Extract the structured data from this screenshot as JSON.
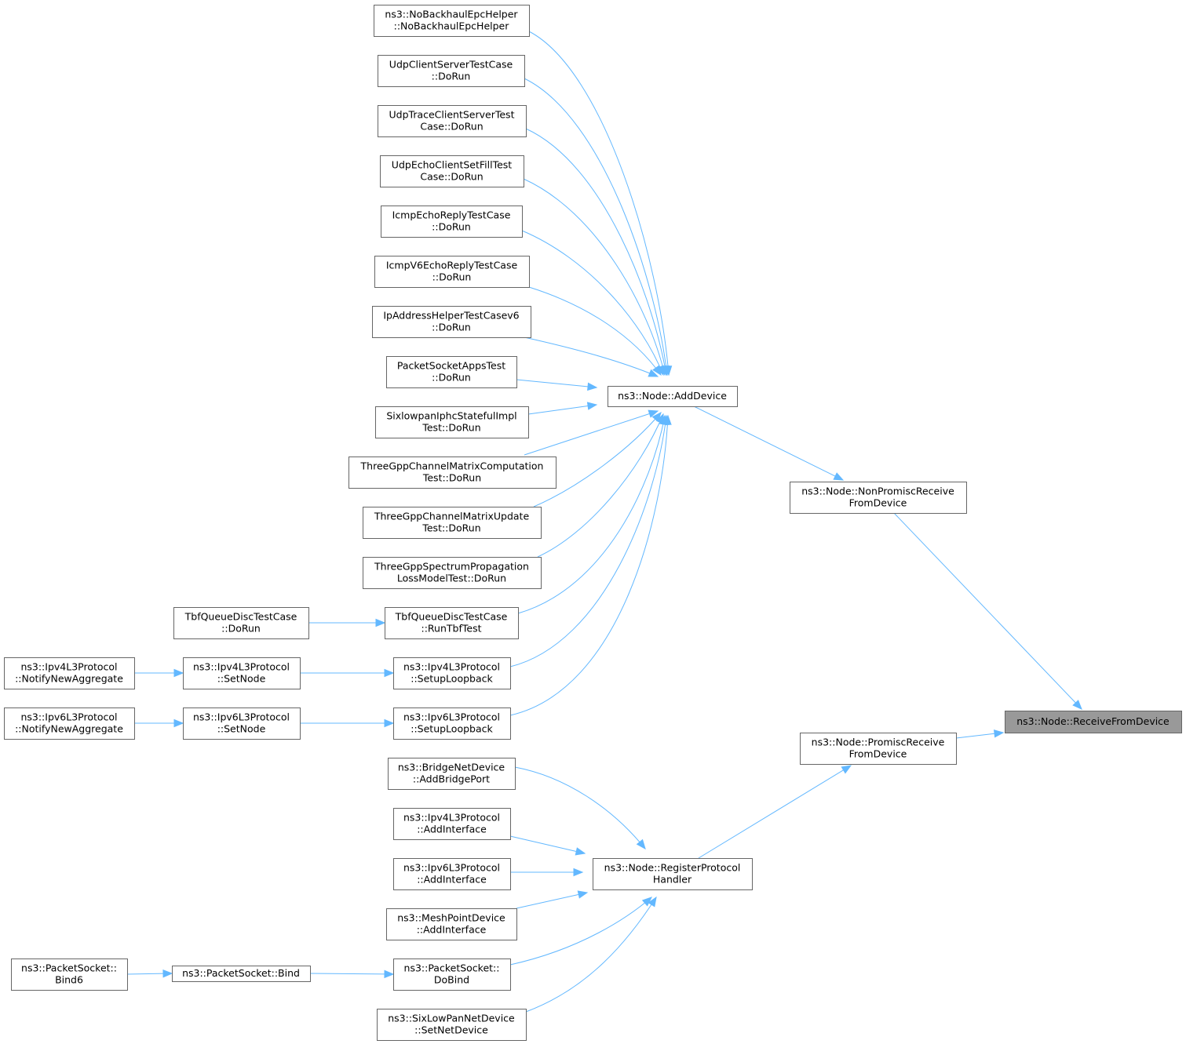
{
  "graph": {
    "nodes": [
      {
        "id": "root",
        "lines": [
          "ns3::Node::ReceiveFromDevice"
        ],
        "root": true
      },
      {
        "id": "nonpromisc",
        "lines": [
          "ns3::Node::NonPromiscReceive",
          "FromDevice"
        ]
      },
      {
        "id": "promisc",
        "lines": [
          "ns3::Node::PromiscReceive",
          "FromDevice"
        ]
      },
      {
        "id": "adddevice",
        "lines": [
          "ns3::Node::AddDevice"
        ]
      },
      {
        "id": "register",
        "lines": [
          "ns3::Node::RegisterProtocol",
          "Handler"
        ]
      },
      {
        "id": "nobackhaul",
        "lines": [
          "ns3::NoBackhaulEpcHelper",
          "::NoBackhaulEpcHelper"
        ]
      },
      {
        "id": "udpcs",
        "lines": [
          "UdpClientServerTestCase",
          "::DoRun"
        ]
      },
      {
        "id": "udptrace",
        "lines": [
          "UdpTraceClientServerTest",
          "Case::DoRun"
        ]
      },
      {
        "id": "udpecho",
        "lines": [
          "UdpEchoClientSetFillTest",
          "Case::DoRun"
        ]
      },
      {
        "id": "icmpecho",
        "lines": [
          "IcmpEchoReplyTestCase",
          "::DoRun"
        ]
      },
      {
        "id": "icmpv6",
        "lines": [
          "IcmpV6EchoReplyTestCase",
          "::DoRun"
        ]
      },
      {
        "id": "ipaddr",
        "lines": [
          "IpAddressHelperTestCasev6",
          "::DoRun"
        ]
      },
      {
        "id": "packetsock",
        "lines": [
          "PacketSocketAppsTest",
          "::DoRun"
        ]
      },
      {
        "id": "sixlowpan",
        "lines": [
          "SixlowpanIphcStatefulImpl",
          "Test::DoRun"
        ]
      },
      {
        "id": "threegppcomp",
        "lines": [
          "ThreeGppChannelMatrixComputation",
          "Test::DoRun"
        ]
      },
      {
        "id": "threegppupd",
        "lines": [
          "ThreeGppChannelMatrixUpdate",
          "Test::DoRun"
        ]
      },
      {
        "id": "threegppspec",
        "lines": [
          "ThreeGppSpectrumPropagation",
          "LossModelTest::DoRun"
        ]
      },
      {
        "id": "tbfrun",
        "lines": [
          "TbfQueueDiscTestCase",
          "::RunTbfTest"
        ]
      },
      {
        "id": "tbfdorun",
        "lines": [
          "TbfQueueDiscTestCase",
          "::DoRun"
        ]
      },
      {
        "id": "ipv4loop",
        "lines": [
          "ns3::Ipv4L3Protocol",
          "::SetupLoopback"
        ]
      },
      {
        "id": "ipv4setnode",
        "lines": [
          "ns3::Ipv4L3Protocol",
          "::SetNode"
        ]
      },
      {
        "id": "ipv4notify",
        "lines": [
          "ns3::Ipv4L3Protocol",
          "::NotifyNewAggregate"
        ]
      },
      {
        "id": "ipv6loop",
        "lines": [
          "ns3::Ipv6L3Protocol",
          "::SetupLoopback"
        ]
      },
      {
        "id": "ipv6setnode",
        "lines": [
          "ns3::Ipv6L3Protocol",
          "::SetNode"
        ]
      },
      {
        "id": "ipv6notify",
        "lines": [
          "ns3::Ipv6L3Protocol",
          "::NotifyNewAggregate"
        ]
      },
      {
        "id": "bridge",
        "lines": [
          "ns3::BridgeNetDevice",
          "::AddBridgePort"
        ]
      },
      {
        "id": "ipv4addif",
        "lines": [
          "ns3::Ipv4L3Protocol",
          "::AddInterface"
        ]
      },
      {
        "id": "ipv6addif",
        "lines": [
          "ns3::Ipv6L3Protocol",
          "::AddInterface"
        ]
      },
      {
        "id": "mesh",
        "lines": [
          "ns3::MeshPointDevice",
          "::AddInterface"
        ]
      },
      {
        "id": "dobind",
        "lines": [
          "ns3::PacketSocket::",
          "DoBind"
        ]
      },
      {
        "id": "bind",
        "lines": [
          "ns3::PacketSocket::Bind"
        ]
      },
      {
        "id": "bind6",
        "lines": [
          "ns3::PacketSocket::",
          "Bind6"
        ]
      },
      {
        "id": "sixlowsetnet",
        "lines": [
          "ns3::SixLowPanNetDevice",
          "::SetNetDevice"
        ]
      }
    ],
    "edges": [
      {
        "from": "nonpromisc",
        "to": "root"
      },
      {
        "from": "promisc",
        "to": "root"
      },
      {
        "from": "adddevice",
        "to": "nonpromisc"
      },
      {
        "from": "register",
        "to": "promisc"
      },
      {
        "from": "nobackhaul",
        "to": "adddevice"
      },
      {
        "from": "udpcs",
        "to": "adddevice"
      },
      {
        "from": "udptrace",
        "to": "adddevice"
      },
      {
        "from": "udpecho",
        "to": "adddevice"
      },
      {
        "from": "icmpecho",
        "to": "adddevice"
      },
      {
        "from": "icmpv6",
        "to": "adddevice"
      },
      {
        "from": "ipaddr",
        "to": "adddevice"
      },
      {
        "from": "packetsock",
        "to": "adddevice"
      },
      {
        "from": "sixlowpan",
        "to": "adddevice"
      },
      {
        "from": "threegppcomp",
        "to": "adddevice"
      },
      {
        "from": "threegppupd",
        "to": "adddevice"
      },
      {
        "from": "threegppspec",
        "to": "adddevice"
      },
      {
        "from": "tbfrun",
        "to": "adddevice"
      },
      {
        "from": "ipv4loop",
        "to": "adddevice"
      },
      {
        "from": "ipv6loop",
        "to": "adddevice"
      },
      {
        "from": "tbfdorun",
        "to": "tbfrun"
      },
      {
        "from": "ipv4setnode",
        "to": "ipv4loop"
      },
      {
        "from": "ipv4notify",
        "to": "ipv4setnode"
      },
      {
        "from": "ipv6setnode",
        "to": "ipv6loop"
      },
      {
        "from": "ipv6notify",
        "to": "ipv6setnode"
      },
      {
        "from": "bridge",
        "to": "register"
      },
      {
        "from": "ipv4addif",
        "to": "register"
      },
      {
        "from": "ipv6addif",
        "to": "register"
      },
      {
        "from": "mesh",
        "to": "register"
      },
      {
        "from": "dobind",
        "to": "register"
      },
      {
        "from": "sixlowsetnet",
        "to": "register"
      },
      {
        "from": "bind",
        "to": "dobind"
      },
      {
        "from": "bind6",
        "to": "bind"
      }
    ]
  },
  "colors": {
    "edge": "#63b8ff",
    "node_border": "#666666",
    "root_fill": "#999999"
  }
}
